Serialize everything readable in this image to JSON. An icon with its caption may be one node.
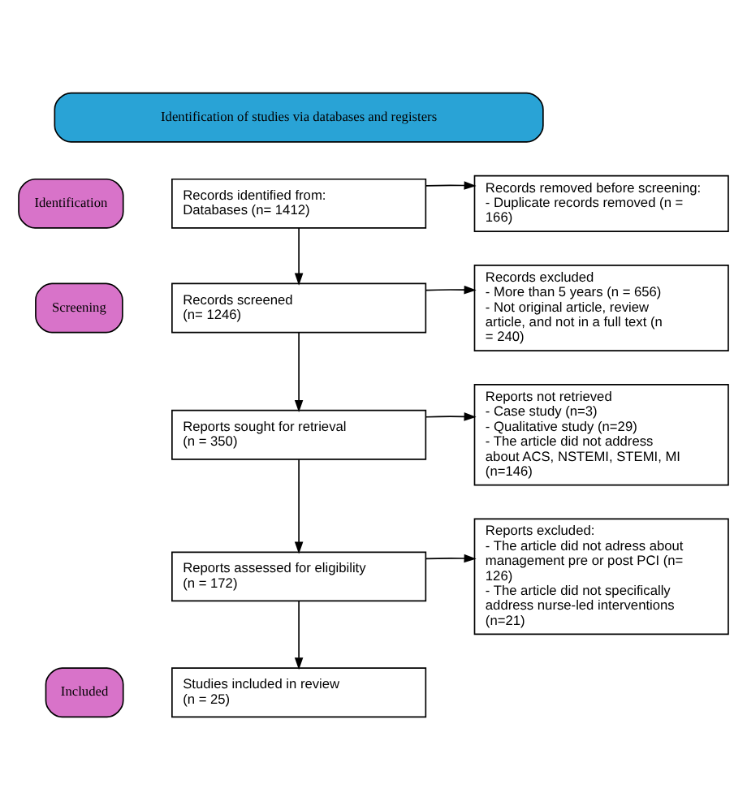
{
  "diagram": {
    "nodes": [
      {
        "text": [
          "Identification of studies via databases and registers"
        ]
      },
      {
        "text": [
          "Identification"
        ]
      },
      {
        "text": [
          "Screening"
        ]
      },
      {
        "text": [
          "Included"
        ]
      },
      {
        "text": [
          "Records identified from:",
          "Databases (n= 1412)"
        ]
      },
      {
        "text": [
          "Records removed before screening:",
          "- Duplicate records removed (n = 166)"
        ]
      },
      {
        "text": [
          "Records screened",
          "(n= 1246)"
        ]
      },
      {
        "text": [
          "Records excluded",
          "- More than 5 years (n = 656)",
          "- Not original article, review article, and not in a full text (n = 240)"
        ]
      },
      {
        "text": [
          "Reports sought for retrieval",
          "(n = 350)"
        ]
      },
      {
        "text": [
          "Reports not retrieved",
          "- Case study (n=3)",
          "- Qualitative study (n=29)",
          "- The article did not address about ACS, NSTEMI, STEMI, MI (n=146)"
        ]
      },
      {
        "text": [
          "Reports assessed for eligibility",
          "(n = 172)"
        ]
      },
      {
        "text": [
          "Reports excluded:",
          "- The article did not adress about management pre or post PCI (n= 126)",
          "- The article did not specifically address nurse-led interventions (n=21)"
        ]
      },
      {
        "text": [
          "Studies included in review",
          "(n = 25)"
        ]
      }
    ],
    "edges": [
      {
        "from": 4,
        "to": 5,
        "arrow": "to"
      },
      {
        "from": 4,
        "to": 6,
        "arrow": "to"
      },
      {
        "from": 6,
        "to": 7,
        "arrow": "to"
      },
      {
        "from": 6,
        "to": 8,
        "arrow": "to"
      },
      {
        "from": 8,
        "to": 9,
        "arrow": "to"
      },
      {
        "from": 8,
        "to": 10,
        "arrow": "to"
      },
      {
        "from": 10,
        "to": 11,
        "arrow": "to"
      },
      {
        "from": 10,
        "to": 12,
        "arrow": "to"
      }
    ]
  }
}
